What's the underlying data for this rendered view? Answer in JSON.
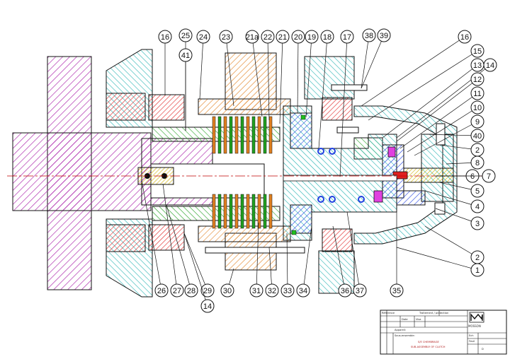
{
  "part_numbers": {
    "top": [
      "16",
      "25",
      "41",
      "24",
      "23",
      "21a",
      "22",
      "21",
      "20",
      "19",
      "18",
      "17",
      "38",
      "39"
    ],
    "right": [
      "16",
      "15",
      "13",
      "14",
      "12",
      "11",
      "10",
      "9",
      "40",
      "2",
      "8",
      "6",
      "7",
      "5",
      "4",
      "3",
      "2",
      "1"
    ],
    "bottom": [
      "26",
      "27",
      "28",
      "29",
      "14",
      "30",
      "31",
      "32",
      "33",
      "34",
      "36",
      "37",
      "35"
    ]
  },
  "title_block": {
    "header_1": "Référence",
    "header_2": "Traitement / protection",
    "date_label": "Date",
    "visa_label": "Visa",
    "designation_label": "Appareil:",
    "sub_assembly_label": "Sous-ensemble:",
    "title_line_1": "S/E CHEMBRAGE",
    "title_line_2": "SUB-ASSEMBLY OF CLUTCH",
    "scale_label": "Ech",
    "sheet_label": "Feuil",
    "format_value": "D",
    "logo_text": "MOSSON"
  },
  "colors": {
    "shaft": "#b030b0",
    "bearing": "#e02020",
    "housing": "#20b0b0",
    "clutch_drum": "#e08020",
    "disc_pack": "#20a020",
    "piston": "#2040e0",
    "outline": "#111111"
  }
}
